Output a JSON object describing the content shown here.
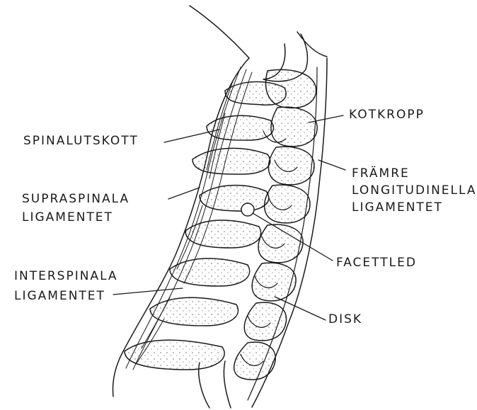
{
  "ink_color": "#1a1a1a",
  "labels": {
    "kotkropp": "KOTKROPP",
    "spinalutskott": "SPINALUTSKOTT",
    "framre": [
      "FRÄMRE",
      "LONGITUDINELLA",
      "LIGAMENTET"
    ],
    "supraspinala": [
      "SUPRASPINALA",
      "LIGAMENTET"
    ],
    "facettled": "FACETTLED",
    "interspinala": [
      "INTERSPINALA",
      "LIGAMENTET"
    ],
    "disk": "DISK"
  }
}
